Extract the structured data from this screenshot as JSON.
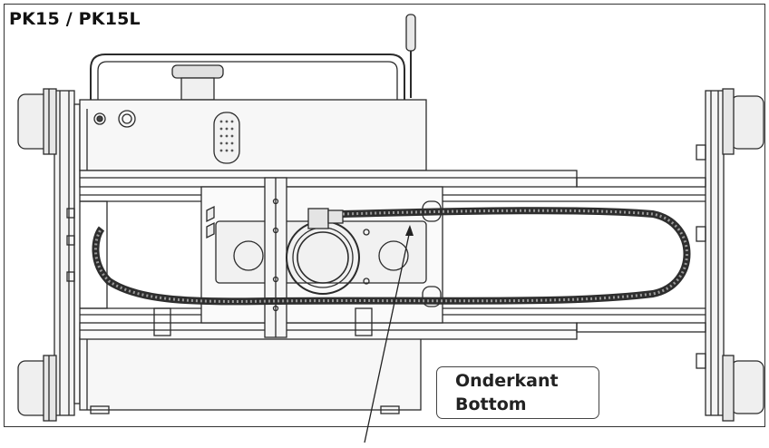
{
  "title": "PK15 / PK15L",
  "callout": {
    "line1": "Onderkant",
    "line2": "Bottom"
  },
  "colors": {
    "line": "#2b2b2b",
    "panel": "#f2f2f2",
    "hose": "#3a3a3a",
    "background": "#ffffff"
  }
}
